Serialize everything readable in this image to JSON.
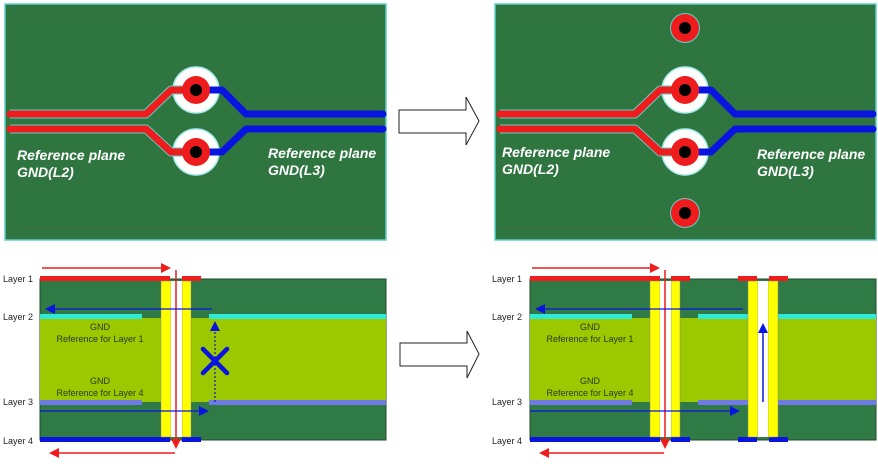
{
  "colors": {
    "board_green": "#2e7540",
    "board_edge": "#5fd0c8",
    "signal_red": "#ee1c1c",
    "signal_blue": "#0a14e0",
    "antipad_white": "#ffffff",
    "drill_black": "#000000",
    "dielectric_lime": "#9cc800",
    "prepreg_green": "#2f7a45",
    "gnd_l2_cyan": "#2ee8d8",
    "gnd_l3_periwinkle": "#6f7ae6",
    "barrel_yellow": "#ffff00",
    "arrow_outline": "#222222"
  },
  "top_left": {
    "left_label": [
      "Reference plane",
      "GND(L2)"
    ],
    "right_label": [
      "Reference plane",
      "GND(L3)"
    ]
  },
  "top_right": {
    "left_label": [
      "Reference plane",
      "GND(L2)"
    ],
    "right_label": [
      "Reference plane",
      "GND(L3)"
    ],
    "stitching_vias": 2
  },
  "bottom_left": {
    "layers": [
      "Layer 1",
      "Layer 2",
      "Layer 3",
      "Layer 4"
    ],
    "gnd_notes": [
      {
        "title": "GND",
        "subtitle": "Reference for Layer 1"
      },
      {
        "title": "GND",
        "subtitle": "Reference for Layer 4"
      }
    ],
    "return_path_blocked": true
  },
  "bottom_right": {
    "layers": [
      "Layer 1",
      "Layer 2",
      "Layer 3",
      "Layer 4"
    ],
    "gnd_notes": [
      {
        "title": "GND",
        "subtitle": "Reference for Layer 1"
      },
      {
        "title": "GND",
        "subtitle": "Reference for Layer 4"
      }
    ],
    "return_path_blocked": false
  },
  "transition_arrows": [
    "top-arrow",
    "bottom-arrow"
  ]
}
